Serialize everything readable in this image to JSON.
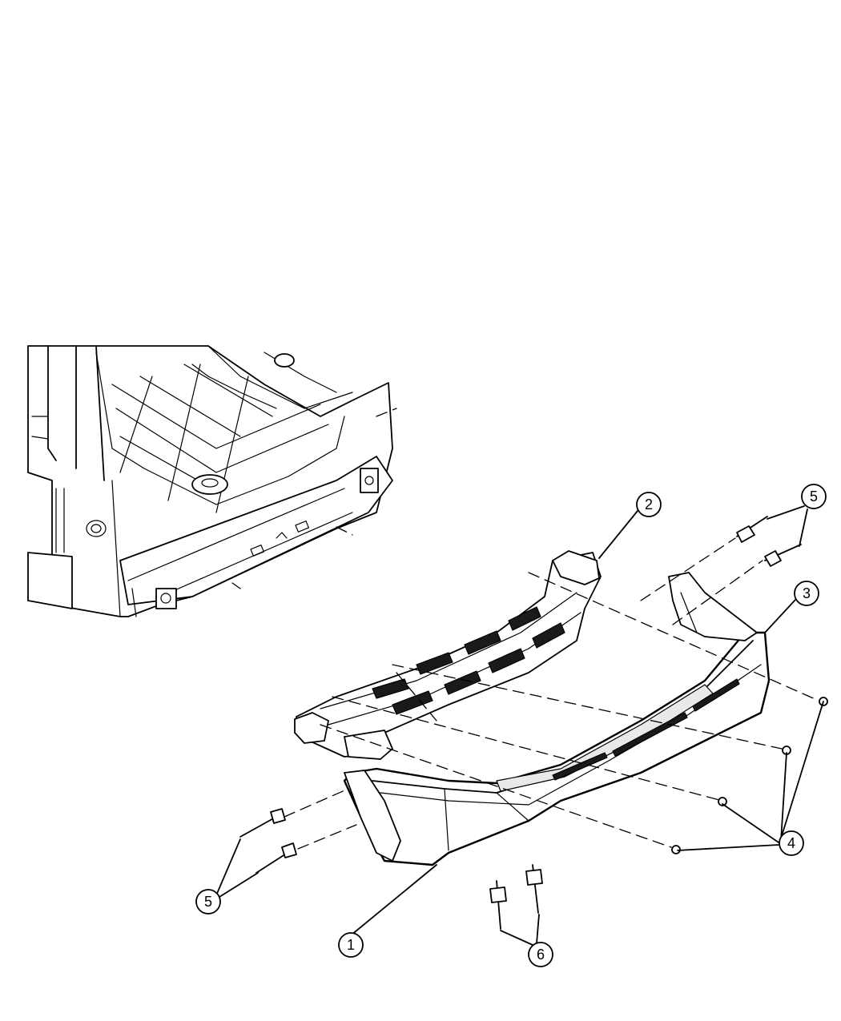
{
  "callouts": [
    {
      "id": "1",
      "label": "1",
      "part": "bumper-fascia"
    },
    {
      "id": "2",
      "label": "2",
      "part": "energy-absorber"
    },
    {
      "id": "3",
      "label": "3",
      "part": "fascia-upper"
    },
    {
      "id": "4",
      "label": "4",
      "part": "push-pin"
    },
    {
      "id": "5a",
      "label": "5",
      "part": "bolt"
    },
    {
      "id": "5b",
      "label": "5",
      "part": "bolt"
    },
    {
      "id": "6",
      "label": "6",
      "part": "rivet"
    }
  ]
}
